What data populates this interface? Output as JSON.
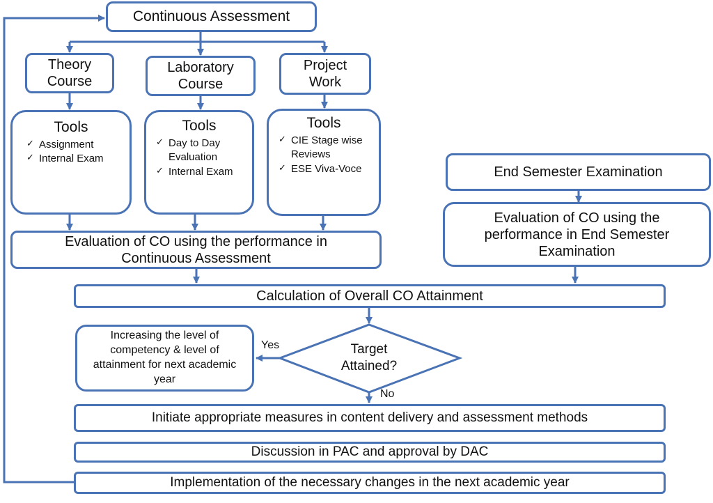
{
  "nodes": {
    "continuous_assessment": "Continuous Assessment",
    "theory_course": "Theory Course",
    "laboratory_course": "Laboratory Course",
    "project_work": "Project Work",
    "tools_theory": {
      "title": "Tools",
      "items": [
        "Assignment",
        "Internal Exam"
      ]
    },
    "tools_lab": {
      "title": "Tools",
      "items": [
        "Day to Day Evaluation",
        "Internal Exam"
      ]
    },
    "tools_project": {
      "title": "Tools",
      "items": [
        "CIE Stage wise Reviews",
        "ESE Viva-Voce"
      ]
    },
    "end_semester_exam": "End Semester Examination",
    "eval_ese": "Evaluation of CO using the performance in End Semester Examination",
    "eval_ca": "Evaluation of CO using the performance in Continuous Assessment",
    "overall_attainment": "Calculation of Overall CO Attainment",
    "target_attained": "Target Attained?",
    "increase_level": "Increasing the level of competency & level of attainment for next academic year",
    "initiate_measures": "Initiate appropriate measures in content delivery and assessment methods",
    "discussion_pac": "Discussion in PAC and approval by DAC",
    "implementation": "Implementation of the necessary changes in the next academic year"
  },
  "edge_labels": {
    "yes": "Yes",
    "no": "No"
  },
  "colors": {
    "stroke": "#4a73b5",
    "text": "#111111"
  }
}
